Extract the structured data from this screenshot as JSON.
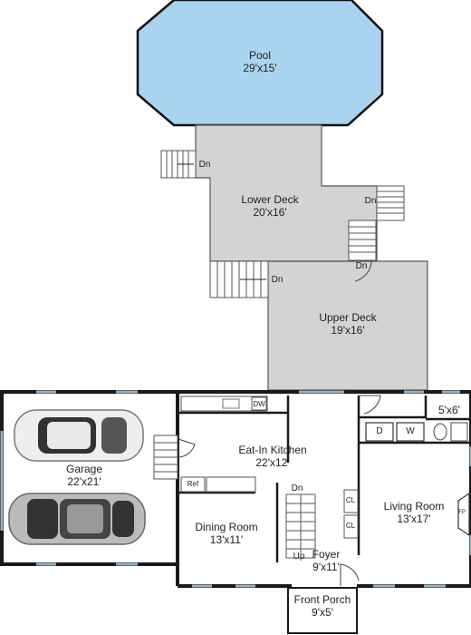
{
  "rooms": {
    "pool": {
      "name": "Pool",
      "dims": "29'x15'"
    },
    "lower_deck": {
      "name": "Lower Deck",
      "dims": "20'x16'"
    },
    "upper_deck": {
      "name": "Upper Deck",
      "dims": "19'x16'"
    },
    "garage": {
      "name": "Garage",
      "dims": "22'x21'"
    },
    "kitchen": {
      "name": "Eat-In Kitchen",
      "dims": "22'x12'"
    },
    "dining": {
      "name": "Dining Room",
      "dims": "13'x11'"
    },
    "living": {
      "name": "Living Room",
      "dims": "13'x17'"
    },
    "foyer": {
      "name": "Foyer",
      "dims": "9'x11'"
    },
    "porch": {
      "name": "Front Porch",
      "dims": "9'x5'"
    },
    "bath": {
      "dims": "5'x6'"
    }
  },
  "labels": {
    "dn": "Dn",
    "up": "Up",
    "closet": "CL",
    "dishwasher": "DW",
    "refrigerator": "Ref",
    "dryer": "D",
    "washer": "W",
    "fireplace": "FP"
  },
  "colors": {
    "pool": "#a9d3ee",
    "deck": "#d3d3d3",
    "wall": "#1a1a1a",
    "window": "#9fb0bc"
  }
}
